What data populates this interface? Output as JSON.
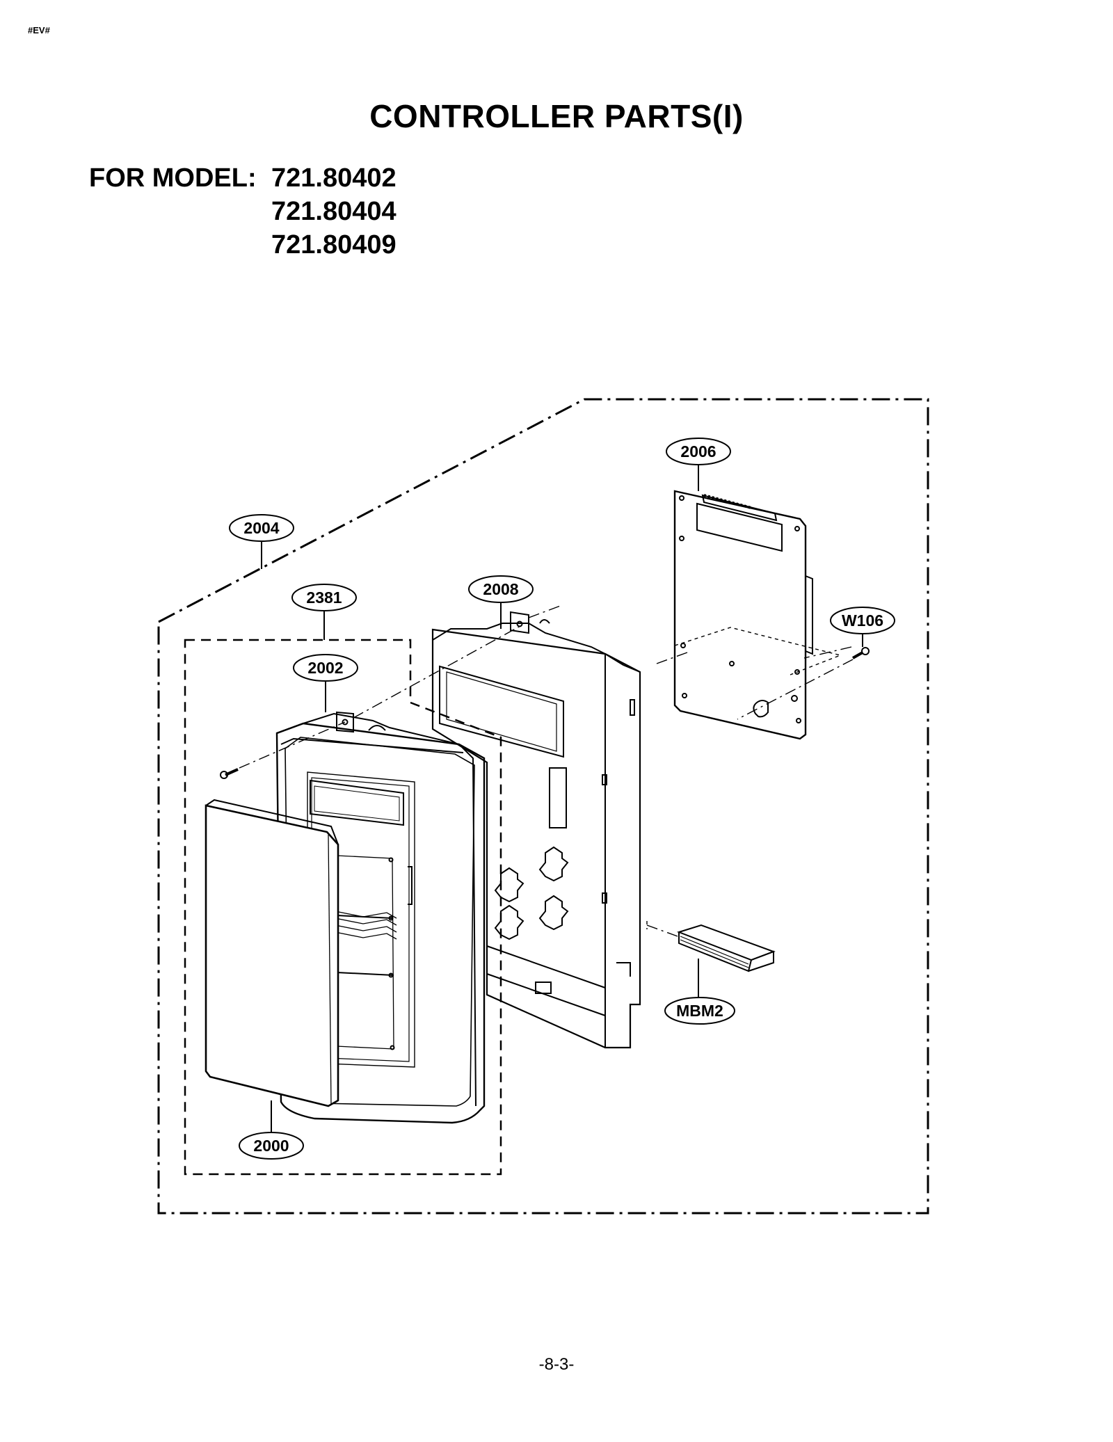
{
  "header": {
    "corner_tag": "#EV#"
  },
  "title": "CONTROLLER PARTS(I)",
  "models": {
    "label": "FOR MODEL:",
    "numbers": [
      "721.80402",
      "721.80404",
      "721.80409"
    ]
  },
  "callouts": {
    "c2006": "2006",
    "c2004": "2004",
    "c2008": "2008",
    "c2381": "2381",
    "c2002": "2002",
    "cW106": "W106",
    "cMBM2": "MBM2",
    "c2000": "2000"
  },
  "footer": {
    "page_number": "-8-3-"
  }
}
